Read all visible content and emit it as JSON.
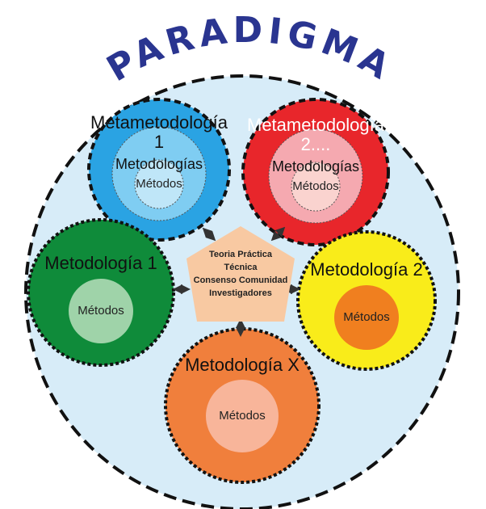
{
  "title": "PARADIGMA",
  "meta1": {
    "outer": "Metametodología 1",
    "middle": "Metodologías",
    "inner": "Métodos"
  },
  "meta2": {
    "outer": "Metametodología 2....",
    "middle": "Metodologías",
    "inner": "Métodos"
  },
  "met1": {
    "outer": "Metodología 1",
    "inner": "Métodos"
  },
  "met2": {
    "outer": "Metodología 2",
    "inner": "Métodos"
  },
  "metx": {
    "outer": "Metodología X",
    "inner": "Métodos"
  },
  "center": {
    "lines": [
      "Teoria Práctica",
      "Técnica",
      "Consenso Comunidad",
      "Investigadores"
    ]
  },
  "colors": {
    "title": "#2a3590",
    "background": "#d7ecf8",
    "blue": "#2aa3e3",
    "red": "#e8262b",
    "green": "#0f8b3a",
    "yellow": "#f9ec1a",
    "orange": "#f07f3c",
    "pentagon": "#f8c9a2"
  }
}
